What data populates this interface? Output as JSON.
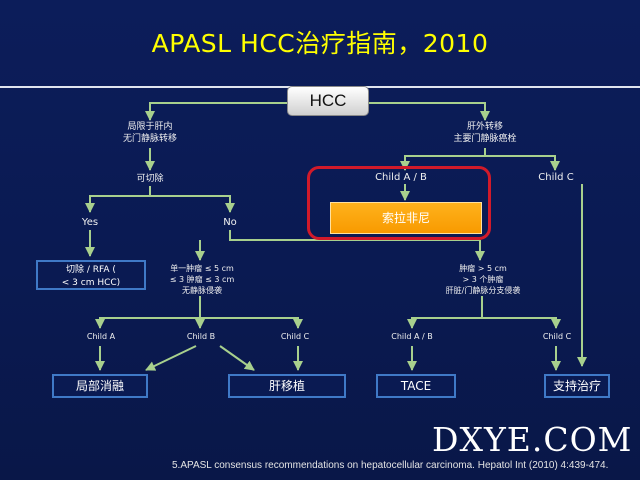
{
  "title": "APASL HCC治疗指南，2010",
  "root": "HCC",
  "left_branch": {
    "line1": "局限于肝内",
    "line2": "无门静脉转移"
  },
  "right_branch": {
    "line1": "肝外转移",
    "line2": "主要门静脉癌栓"
  },
  "resectable": "可切除",
  "yes": "Yes",
  "no": "No",
  "resection": {
    "line1": "切除 / RFA (",
    "line2": "< 3 cm HCC)"
  },
  "small_tumor": {
    "line1": "单一肿瘤 ≤ 5 cm",
    "line2": "≤ 3 肿瘤 ≤ 3 cm",
    "line3": "无静脉侵袭"
  },
  "large_tumor": {
    "line1": "肿瘤 > 5 cm",
    "line2": "> 3 个肿瘤",
    "line3": "肝脏/门静脉分支侵袭"
  },
  "child_ab_top": "Child A / B",
  "child_c_top": "Child C",
  "sorafenib": "索拉非尼",
  "child_a": "Child A",
  "child_b": "Child  B",
  "child_c_mid": "Child  C",
  "child_ab_mid": "Child  A / B",
  "child_c_right": "Child C",
  "treatments": {
    "ablation": "局部消融",
    "transplant": "肝移植",
    "tace": "TACE",
    "support": "支持治疗"
  },
  "watermark": "DXYE.COM",
  "footnote": "5.APASL  consensus recommendations on hepatocellular carcinoma. Hepatol Int (2010) 4:439-474.",
  "colors": {
    "background": "#0a1a52",
    "title": "#ffff00",
    "line": "#a8d08d",
    "highlight_border": "#d11a2a",
    "highlight_fill": "#ffa500",
    "box_border": "#3f79c7"
  }
}
